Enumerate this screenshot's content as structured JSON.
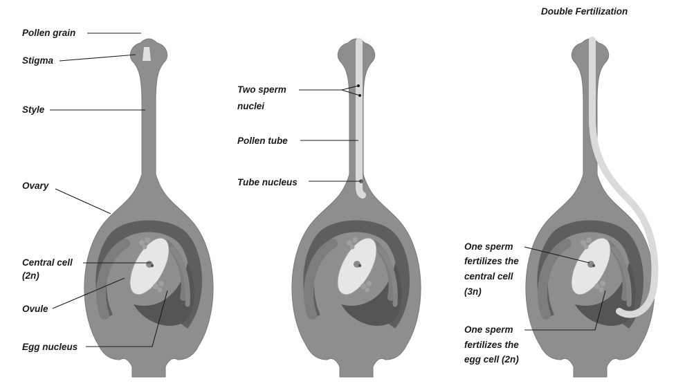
{
  "title": "Double Fertilization",
  "colors": {
    "pistil": "#8e8e8e",
    "pistil_dark": "#6e6e6e",
    "ovule_band": "#5e5e5e",
    "sac": "#e6e6e6",
    "tube": "#dadada",
    "nucleus": "#7a7a7a",
    "text": "#1a1a1a"
  },
  "panels": [
    {
      "labels": {
        "pollen_grain": "Pollen grain",
        "stigma": "Stigma",
        "style": "Style",
        "ovary": "Ovary",
        "central_cell_1": "Central cell",
        "central_cell_2": "(2n)",
        "ovule": "Ovule",
        "egg_nucleus": "Egg nucleus"
      }
    },
    {
      "labels": {
        "two_sperm_1": "Two sperm",
        "two_sperm_2": "nuclei",
        "pollen_tube": "Pollen tube",
        "tube_nucleus": "Tube nucleus"
      }
    },
    {
      "labels": {
        "central_1": "One sperm",
        "central_2": "fertilizes the",
        "central_3": "central cell",
        "central_4": "(3n)",
        "egg_1": "One sperm",
        "egg_2": "fertilizes the",
        "egg_3": "egg cell (2n)"
      }
    }
  ]
}
